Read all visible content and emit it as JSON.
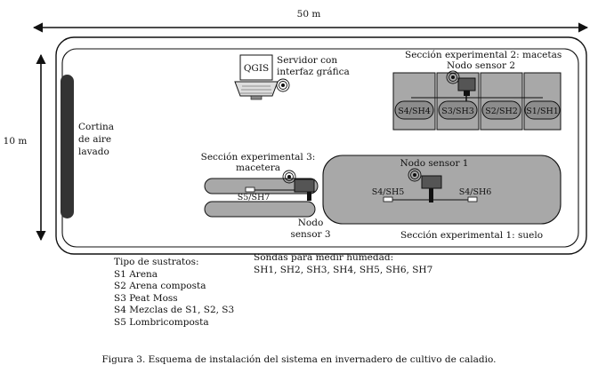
{
  "dimensions": {
    "width_label": "50 m",
    "height_label": "10 m"
  },
  "curtain": {
    "lines": [
      "Cortina",
      "de aire",
      "lavado"
    ]
  },
  "server": {
    "logo": "QGIS",
    "lines": [
      "Servidor con",
      "interfaz gráfica"
    ]
  },
  "section2": {
    "lines": [
      "Sección experimental 2: macetas",
      "Nodo sensor 2"
    ],
    "pots": [
      "S4/SH4",
      "S3/SH3",
      "S2/SH2",
      "S1/SH1"
    ]
  },
  "section3": {
    "lines": [
      "Sección experimental 3:",
      "macetera"
    ],
    "probe": "S5/SH7",
    "node": [
      "Nodo",
      "sensor 3"
    ]
  },
  "section1": {
    "title": "Sección experimental 1: suelo",
    "node": "Nodo sensor 1",
    "probes": [
      "S4/SH5",
      "S4/SH6"
    ]
  },
  "substrates": {
    "title": "Tipo de sustratos:",
    "items": [
      "S1 Arena",
      "S2 Arena composta",
      "S3 Peat Moss",
      "S4 Mezclas de S1, S2, S3",
      "S5 Lombricomposta"
    ]
  },
  "probes_legend": {
    "title": "Sondas para medir humedad:",
    "list": "SH1, SH2, SH3, SH4, SH5, SH6, SH7"
  },
  "caption": "Figura 3. Esquema de instalación del sistema en invernadero de cultivo de caladio.",
  "colors": {
    "gray_fill": "#a8a8a8",
    "pot_fill": "#8c8c8c",
    "curtain": "#333333",
    "node_box": "#555555"
  }
}
